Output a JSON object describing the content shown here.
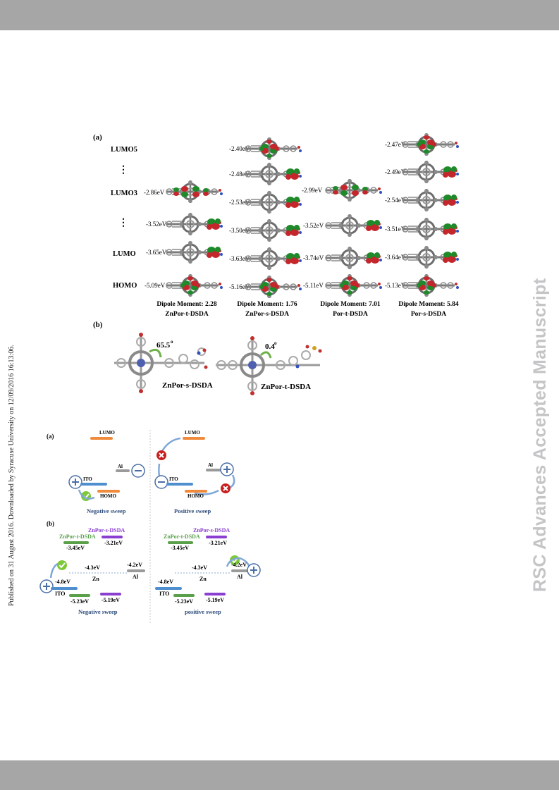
{
  "margin_note": "Published on 31 August 2016. Downloaded by Syracuse University on 12/09/2016 16:13:06.",
  "watermark": "RSC Advances Accepted Manuscript",
  "figure_top": {
    "panel_a_label": "(a)",
    "panel_b_label": "(b)",
    "level_labels": [
      "LUMO5",
      "⋮",
      "LUMO3",
      "⋮",
      "LUMO",
      "HOMO"
    ],
    "columns": [
      {
        "energies": [
          "-2.86eV",
          "-3.52eV",
          "-3.65eV",
          "-5.09eV"
        ],
        "dipole": "Dipole Moment: 2.28",
        "name": "ZnPor-t-DSDA"
      },
      {
        "energies": [
          "-2.40eV",
          "-2.48eV",
          "-2.53eV",
          "-3.50eV",
          "-3.63eV",
          "-5.16eV"
        ],
        "dipole": "Dipole Moment: 1.76",
        "name": "ZnPor-s-DSDA"
      },
      {
        "energies": [
          "-2.99eV",
          "-3.52eV",
          "-3.74eV",
          "-5.11eV"
        ],
        "dipole": "Dipole Moment: 7.01",
        "name": "Por-t-DSDA"
      },
      {
        "energies": [
          "-2.47eV",
          "-2.49eV",
          "-2.54eV",
          "-3.51eV",
          "-3.64eV",
          "-5.13eV"
        ],
        "dipole": "Dipole Moment: 5.84",
        "name": "Por-s-DSDA"
      }
    ],
    "structures": [
      {
        "angle": "65.5",
        "degree": "o",
        "name": "ZnPor-s-DSDA"
      },
      {
        "angle": "0.4",
        "degree": "o",
        "name": "ZnPor-t-DSDA"
      }
    ]
  },
  "figure_bottom": {
    "panel_a_label": "(a)",
    "panel_b_label": "(b)",
    "panel_a": {
      "left": {
        "lumo": "LUMO",
        "al": "Al",
        "ito": "ITO",
        "homo": "HOMO",
        "caption": "Negative sweep"
      },
      "right": {
        "lumo": "LUMO",
        "al": "Al",
        "ito": "ITO",
        "homo": "HOMO",
        "caption": "Positive sweep"
      }
    },
    "panel_b": {
      "left": {
        "s_dsda_label": "ZnPor-s-DSDA",
        "s_dsda_lumo": "-3.21eV",
        "t_dsda_label": "ZnPor-t-DSDA",
        "t_dsda_lumo": "-3.45eV",
        "zn_value": "-4.3eV",
        "zn_label": "Zn",
        "al_value": "-4.2eV",
        "al_label": "Al",
        "ito_value": "-4.8eV",
        "ito_label": "ITO",
        "t_dsda_homo": "-5.23eV",
        "s_dsda_homo": "-5.19eV",
        "caption": "Negative sweep"
      },
      "right": {
        "s_dsda_label": "ZnPor-s-DSDA",
        "s_dsda_lumo": "-3.21eV",
        "t_dsda_label": "ZnPor-t-DSDA",
        "t_dsda_lumo": "-3.45eV",
        "zn_value": "-4.3eV",
        "zn_label": "Zn",
        "al_value": "-4.2eV",
        "al_label": "Al",
        "ito_value": "-4.8eV",
        "ito_label": "ITO",
        "t_dsda_homo": "-5.23eV",
        "s_dsda_homo": "-5.19eV",
        "caption": "positive sweep"
      }
    },
    "colors": {
      "lumo": "#f08a3c",
      "al": "#9a9a9a",
      "ito": "#4f8fd0",
      "homo": "#f08a3c",
      "t_dsda": "#5aa04a",
      "s_dsda": "#8a3fd0",
      "check": "#7ec83a",
      "cross": "#c81e1e",
      "arrow": "#7fa8d8"
    }
  }
}
